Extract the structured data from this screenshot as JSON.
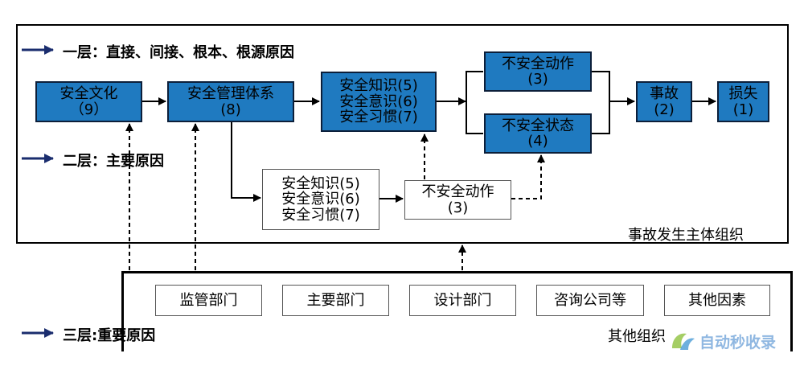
{
  "layers": {
    "layer1": "一层：直接、间接、根本、根源原因",
    "layer2": "二层：主要原因",
    "layer3": "三层:重要原因"
  },
  "row1": {
    "culture": {
      "name": "安全文化",
      "num": "（9）"
    },
    "system": {
      "name": "安全管理体系",
      "num": "(8)"
    },
    "kav": {
      "l1": "安全知识(5)",
      "l2": "安全意识(6)",
      "l3": "安全习惯(7)"
    },
    "unsafe_act": {
      "name": "不安全动作",
      "num": "(3)"
    },
    "unsafe_state": {
      "name": "不安全状态",
      "num": "(4)"
    },
    "accident": {
      "name": "事故",
      "num": "(2)"
    },
    "loss": {
      "name": "损失",
      "num": "(1)"
    }
  },
  "row2": {
    "kav": {
      "l1": "安全知识(5)",
      "l2": "安全意识(6)",
      "l3": "安全习惯(7)"
    },
    "unsafe_act": {
      "name": "不安全动作",
      "num": "(3)"
    }
  },
  "org_main": "事故发生主体组织",
  "org_other": "其他组织",
  "departments": [
    "监管部门",
    "主要部门",
    "设计部门",
    "咨询公司等",
    "其他因素"
  ],
  "watermark": "自动秒收录",
  "colors": {
    "box_blue": "#1f7ac0",
    "arrow_navy": "#1a2d6e"
  }
}
